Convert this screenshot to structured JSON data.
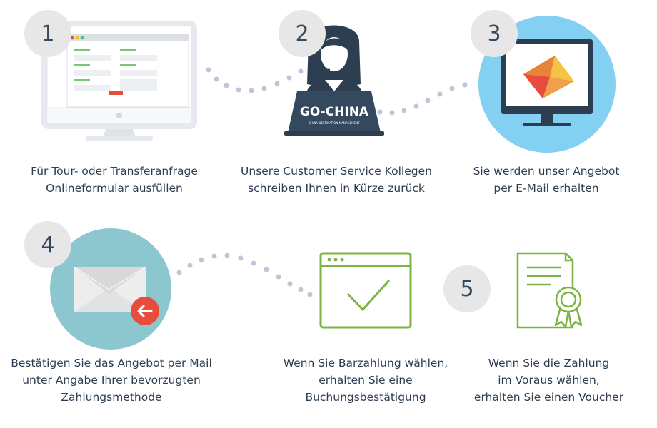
{
  "steps": [
    {
      "number": "1",
      "lines": [
        "Für Tour- oder Transferanfrage",
        "Onlineformular ausfüllen"
      ]
    },
    {
      "number": "2",
      "lines": [
        "Unsere Customer Service Kollegen",
        "schreiben Ihnen in Kürze zurück"
      ]
    },
    {
      "number": "3",
      "lines": [
        "Sie werden unser Angebot",
        "per E-Mail erhalten"
      ]
    },
    {
      "number": "4",
      "lines": [
        "Bestätigen Sie das Angebot per Mail",
        "unter Angabe Ihrer bevorzugten",
        "Zahlungsmethode"
      ]
    },
    {
      "number": "",
      "lines": [
        "Wenn Sie Barzahlung wählen,",
        "erhalten Sie eine",
        "Buchungsbestätigung"
      ]
    },
    {
      "number": "5",
      "lines": [
        "Wenn Sie die Zahlung",
        "im Voraus wählen,",
        "erhalten Sie einen Voucher"
      ]
    }
  ],
  "laptop": {
    "brand": "GO-CHINA",
    "tagline": "CHINA DESTINATION MANAGEMENT"
  },
  "colors": {
    "badge": "#e7e7e7",
    "badge_text": "#34495e",
    "text": "#2c3e50",
    "dots": "#bcc6d6",
    "monitor_blue": "#83d0f2",
    "envelope_teal": "#8cc6cf",
    "green": "#7cb342",
    "red_button": "#e74c3c"
  },
  "icons": [
    "monitor-form-icon",
    "support-agent-icon",
    "monitor-mail-icon",
    "envelope-reply-icon",
    "browser-checkmark-icon",
    "certificate-voucher-icon"
  ]
}
